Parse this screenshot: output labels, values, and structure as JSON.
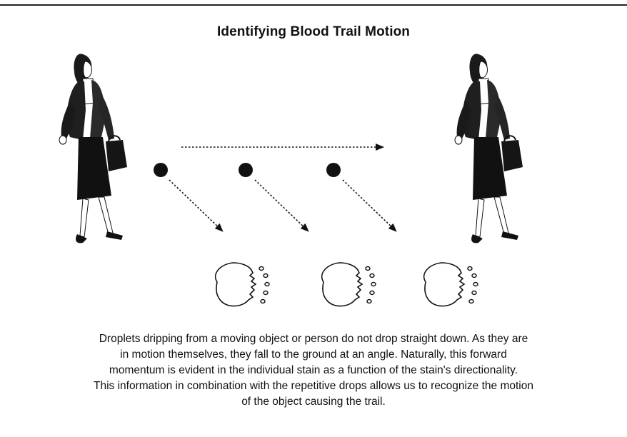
{
  "title": "Identifying Blood Trail Motion",
  "description_lines": [
    "Droplets dripping from a moving object or person do not drop straight down.  As they are",
    "in motion themselves,  they fall to the ground at an angle.  Naturally,  this forward",
    "momentum is evident in the individual stain as a function of the stain's directionality.",
    "This information in combination with the repetitive drops allows us to recognize the motion",
    "of the object causing the trail."
  ],
  "figures": {
    "walker_count": 2,
    "droplet_count": 3,
    "stain_count": 3,
    "walk_direction": "right"
  },
  "colors": {
    "ink": "#111111",
    "background": "#ffffff"
  }
}
